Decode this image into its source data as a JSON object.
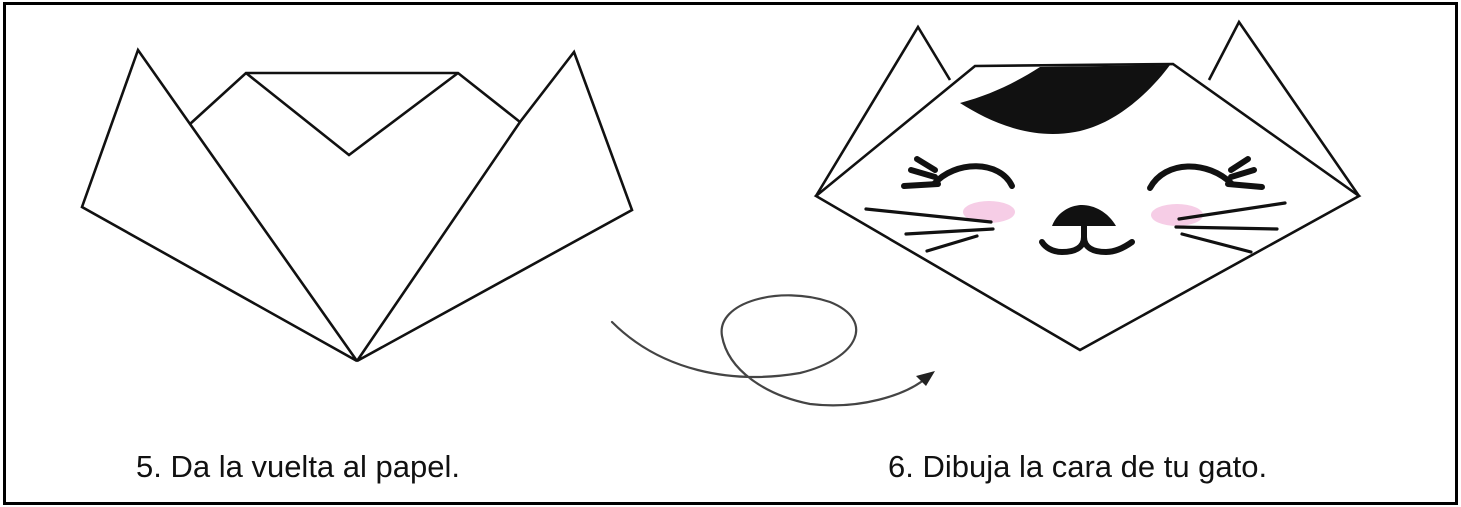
{
  "steps": [
    {
      "label": "5. Da la vuelta al papel."
    },
    {
      "label": "6. Dibuja la cara de tu gato."
    }
  ],
  "colors": {
    "line": "#111111",
    "arrow": "#444444",
    "blush": "#f6cde6",
    "fill": "#111111",
    "paper": "#ffffff"
  },
  "icons": [
    "folded-paper-shape",
    "curly-arrow",
    "cat-face"
  ]
}
